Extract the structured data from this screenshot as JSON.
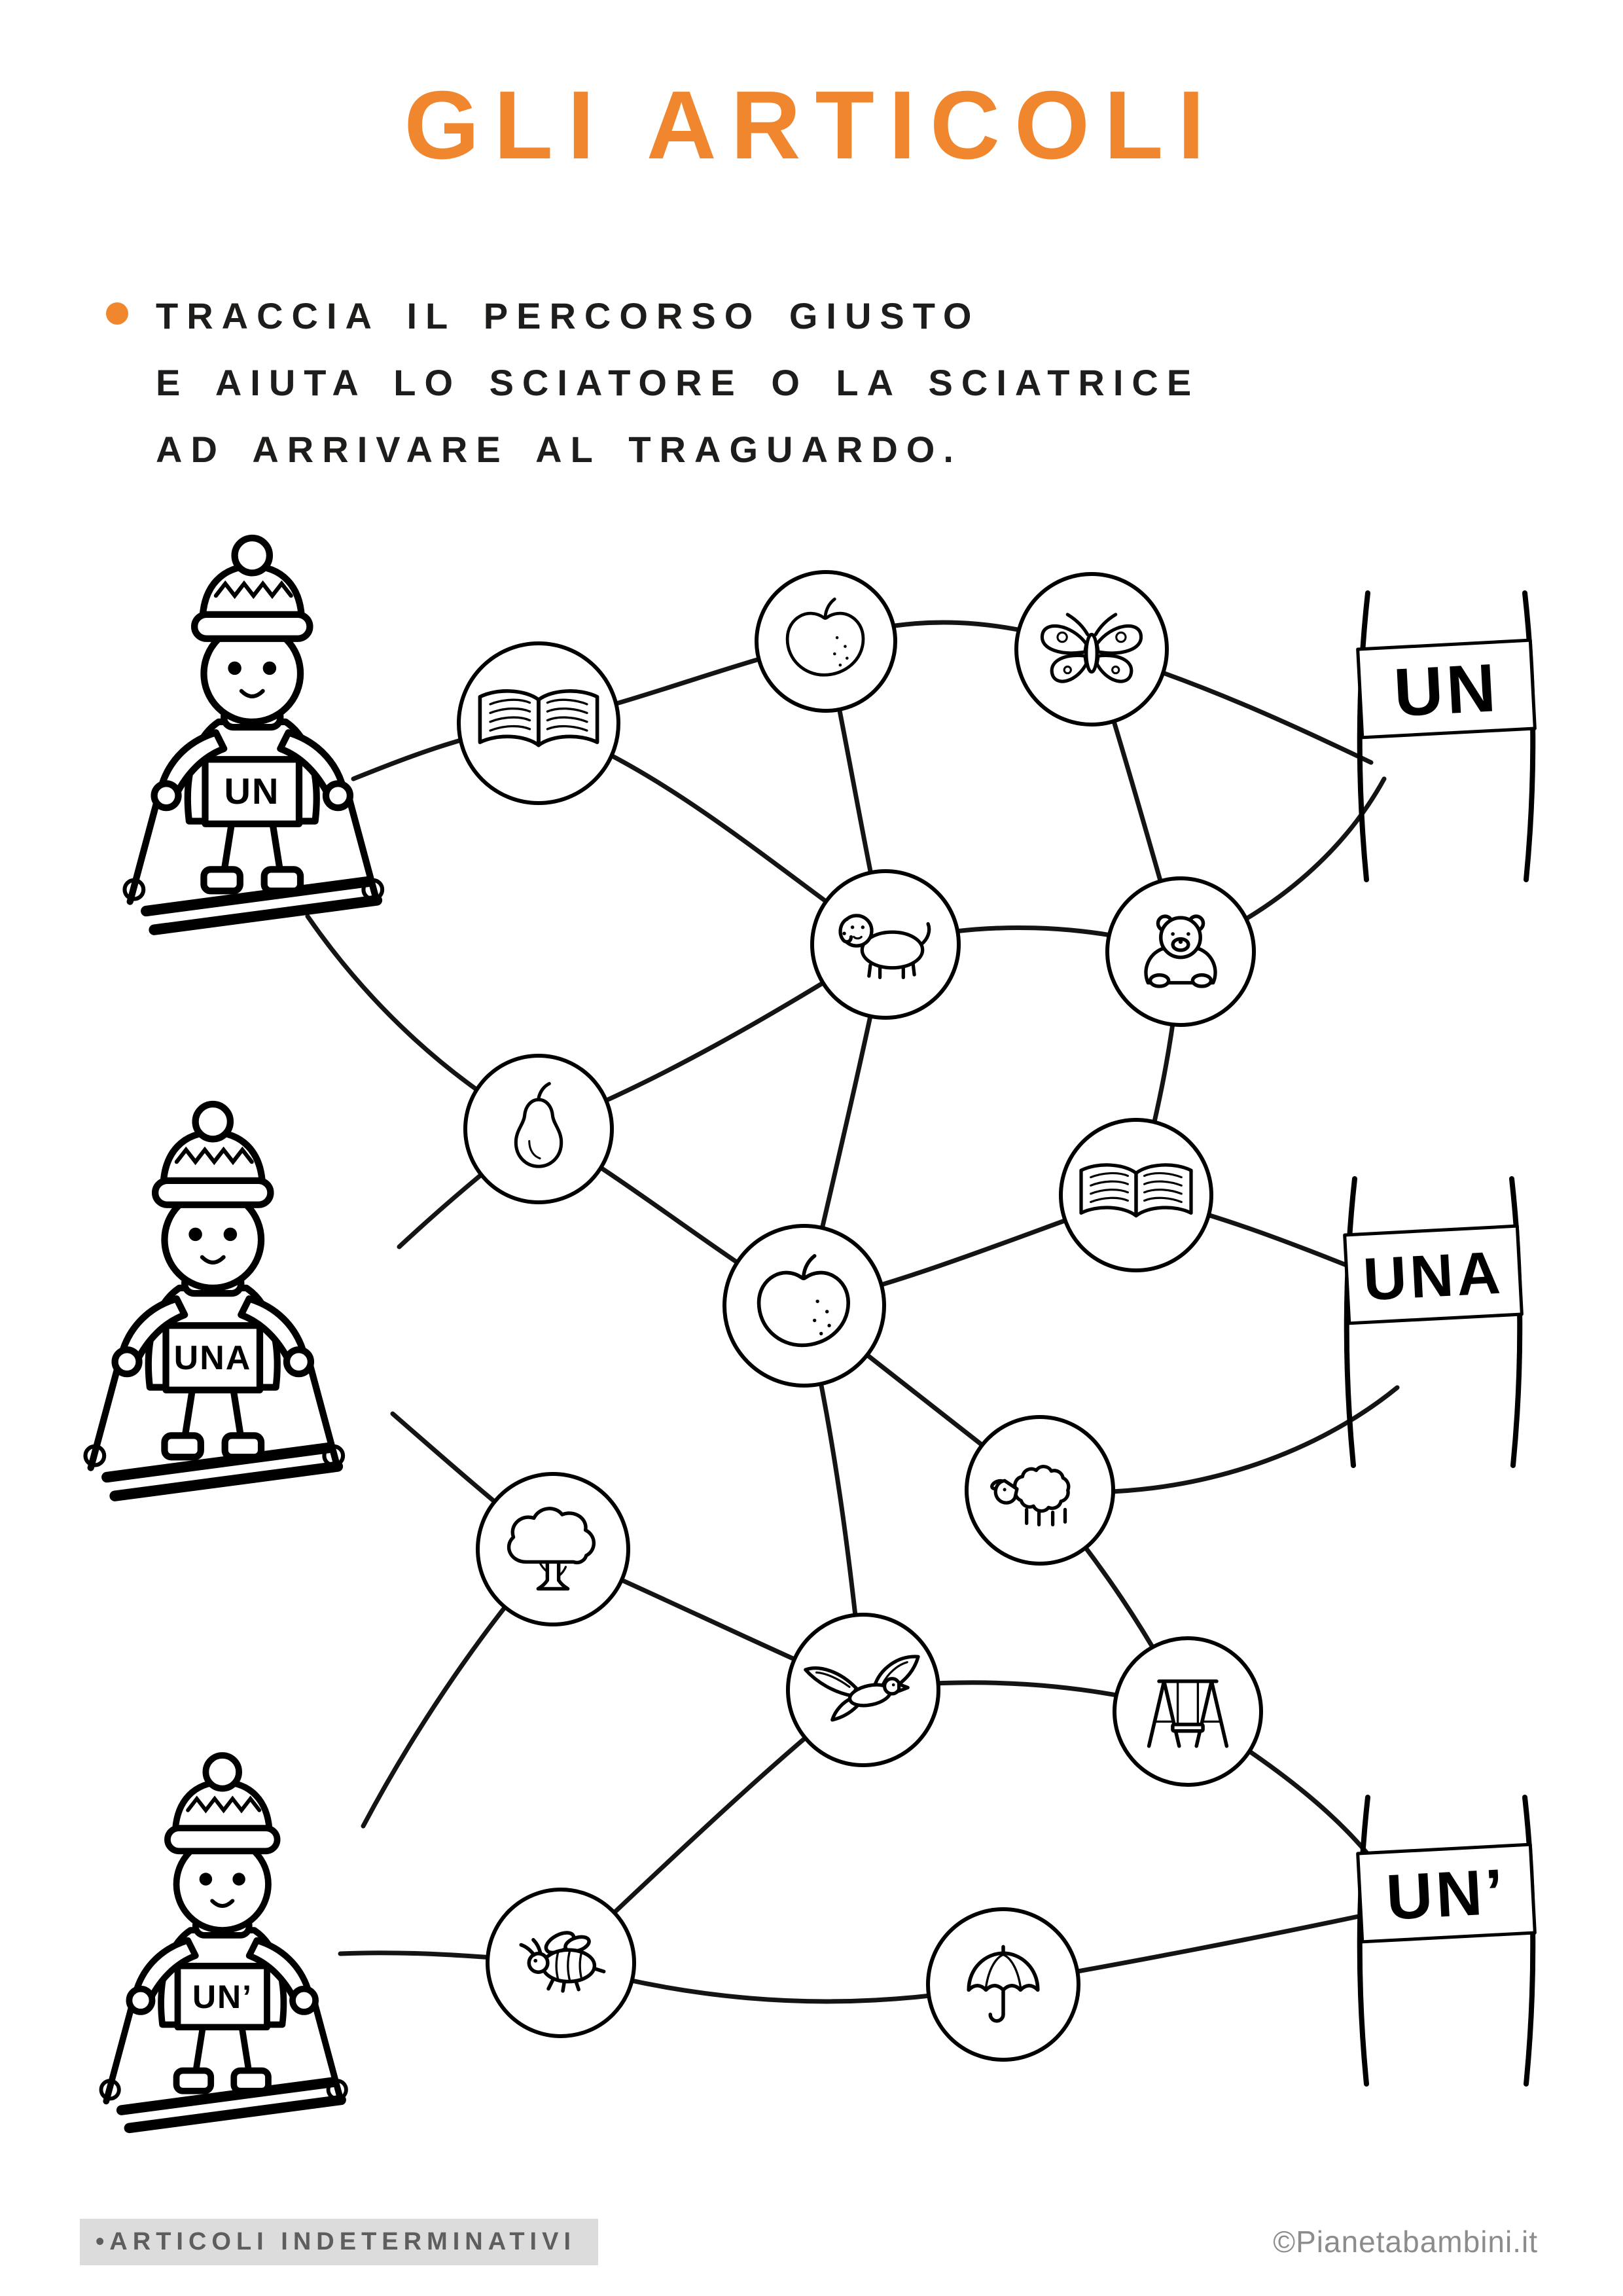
{
  "title": "GLI ARTICOLI",
  "instructions": {
    "line1": "TRACCIA IL PERCORSO GIUSTO",
    "line2": "E AIUTA LO SCIATORE O LA SCIATRICE",
    "line3": "AD ARRIVARE AL TRAGUARDO."
  },
  "maze": {
    "skiers": [
      {
        "name": "skier-top",
        "sign": "UN"
      },
      {
        "name": "skier-middle",
        "sign": "UNA"
      },
      {
        "name": "skier-bottom",
        "sign": "UN’"
      }
    ],
    "banners": [
      {
        "name": "finish-un",
        "label": "UN"
      },
      {
        "name": "finish-una",
        "label": "UNA"
      },
      {
        "name": "finish-un-apostrophe",
        "label": "UN’"
      }
    ],
    "nodes": [
      {
        "icon": "open-book"
      },
      {
        "icon": "apple"
      },
      {
        "icon": "butterfly"
      },
      {
        "icon": "dog"
      },
      {
        "icon": "bear"
      },
      {
        "icon": "pear"
      },
      {
        "icon": "open-book"
      },
      {
        "icon": "apple"
      },
      {
        "icon": "sheep"
      },
      {
        "icon": "tree"
      },
      {
        "icon": "eagle"
      },
      {
        "icon": "swing"
      },
      {
        "icon": "bee"
      },
      {
        "icon": "umbrella"
      }
    ]
  },
  "footer": {
    "left": "•ARTICOLI INDETERMINATIVI",
    "right": "©Pianetabambini.it"
  },
  "colors": {
    "accent_orange": "#F0862E",
    "ink": "#1D1D1B",
    "footer_text": "#8C8C8C",
    "footer_box_bg": "#DCDCDC"
  }
}
